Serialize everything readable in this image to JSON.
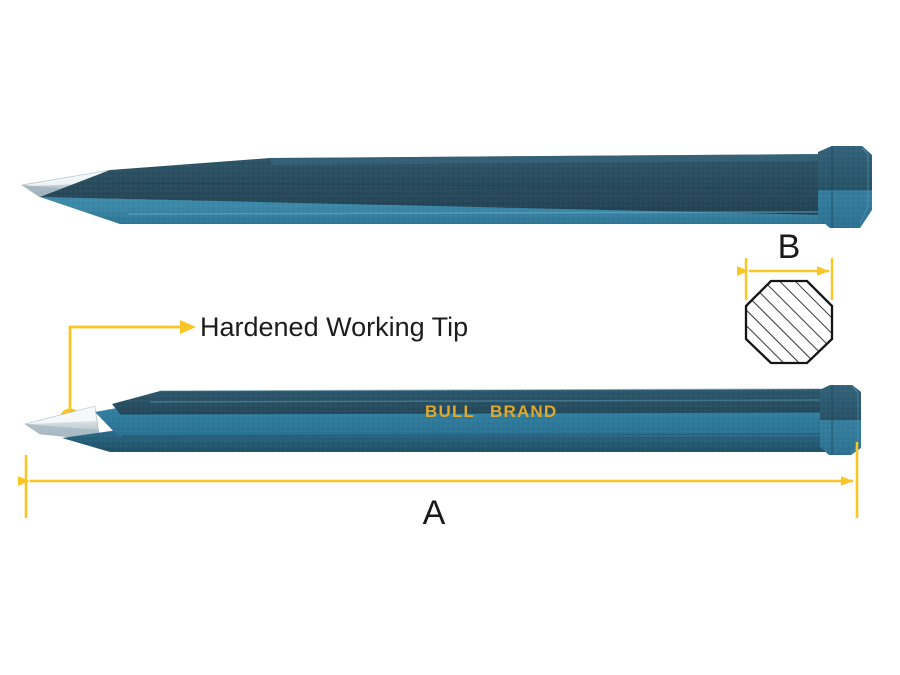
{
  "figure": {
    "type": "product-illustration",
    "subject": "octagonal steel crow bar / digging bar",
    "background_color": "#ffffff",
    "views": [
      {
        "name": "top-view",
        "description": "upper bar, side elevation, tapered point at left, hex collar at right"
      },
      {
        "name": "bottom-view",
        "description": "lower bar, side elevation with brand marking"
      },
      {
        "name": "cross-section",
        "description": "octagonal hatched cross-section"
      }
    ]
  },
  "colors": {
    "steel_dark": "#2a4a5a",
    "steel_mid": "#2d6f8e",
    "steel_light": "#4596b5",
    "steel_shadow": "#1d3c4a",
    "silver_tip": "#c9d6dc",
    "silver_tip_light": "#eef3f5",
    "annotation_yellow": "#fcc526",
    "brand_gold": "#e0a92c",
    "text_dark": "#1a1a1a",
    "hatch_line": "#1a1a1a"
  },
  "annotations": {
    "callout": {
      "label": "Hardened Working Tip",
      "marker_shape": "dot",
      "leader_color": "#fcc526",
      "points_to": "hardened-tip-region"
    },
    "dimension_a": {
      "label": "A",
      "orientation": "horizontal",
      "meaning": "overall bar length",
      "color": "#fcc526",
      "arrowheads": "both"
    },
    "dimension_b": {
      "label": "B",
      "orientation": "horizontal",
      "meaning": "across-flats width of octagonal stock",
      "color": "#fcc526",
      "arrowheads": "both"
    }
  },
  "brand_marking": {
    "line1": "BULL",
    "line2": "BRAND",
    "full": "BULL  BRAND",
    "color": "#e0a92c",
    "location": "mid-span of lower bar, upper facet"
  },
  "cross_section": {
    "shape": "octagon",
    "sides": 8,
    "fill": "white",
    "hatch": "diagonal-45",
    "hatch_count": 9,
    "outline_color": "#1a1a1a"
  }
}
